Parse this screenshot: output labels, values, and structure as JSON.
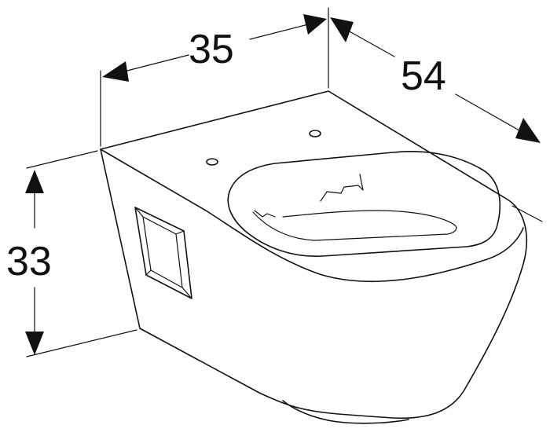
{
  "dimensions": {
    "width": {
      "value": "35"
    },
    "depth": {
      "value": "54"
    },
    "height": {
      "value": "33"
    }
  },
  "colors": {
    "line": "#111111",
    "background": "#ffffff"
  }
}
